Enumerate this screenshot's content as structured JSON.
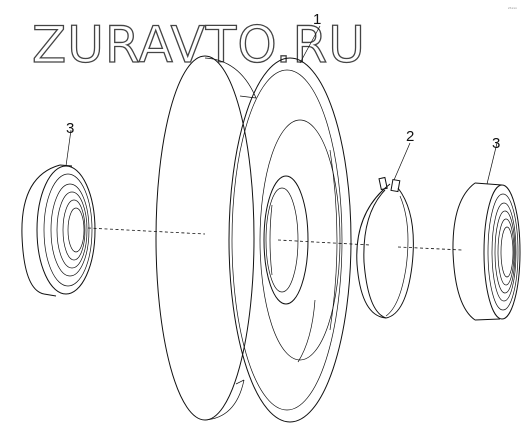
{
  "watermark": {
    "text": "ZURAVTO.RU"
  },
  "corner_mark": {
    "text": "zf-xxx"
  },
  "callouts": [
    {
      "id": "wheel",
      "label": "1"
    },
    {
      "id": "retaining-ring",
      "label": "2"
    },
    {
      "id": "bearing-left",
      "label": "3"
    },
    {
      "id": "bearing-right",
      "label": "3"
    }
  ]
}
